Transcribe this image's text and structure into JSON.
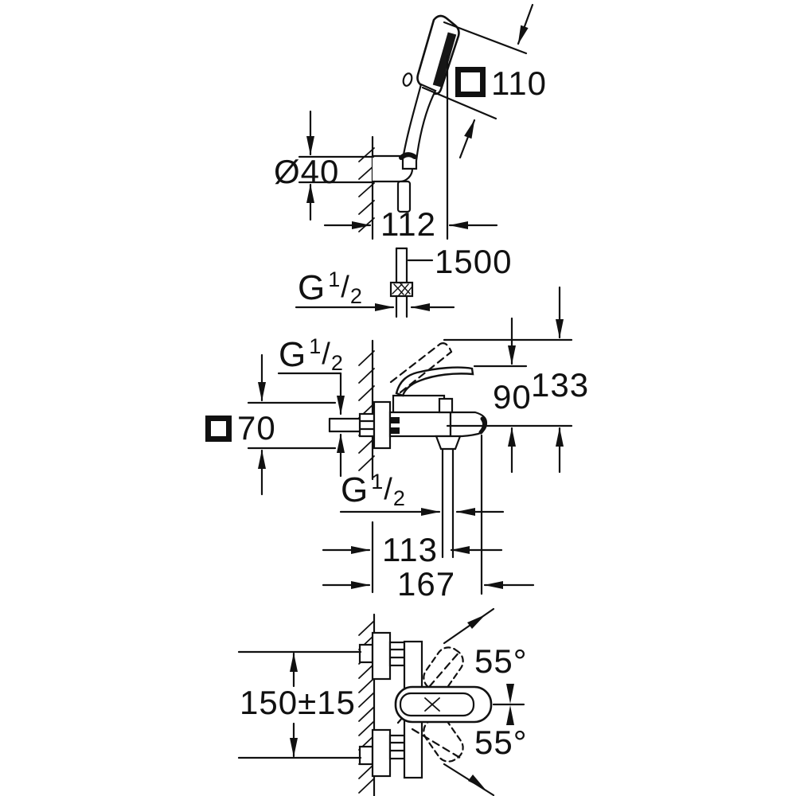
{
  "canvas": {
    "background": "#ffffff",
    "ink": "#111111"
  },
  "labels": {
    "dia40": "Ø40",
    "dim112": "112",
    "dim110": "110",
    "dim1500": "1500",
    "dim70": "70",
    "dim90": "90",
    "dim133": "133",
    "dim113": "113",
    "dim167": "167",
    "dim150": "150±15",
    "angle55_upper": "55°",
    "angle55_lower": "55°",
    "thread": {
      "base": "G",
      "sup": "1",
      "slash": "/",
      "sub": "2"
    }
  }
}
